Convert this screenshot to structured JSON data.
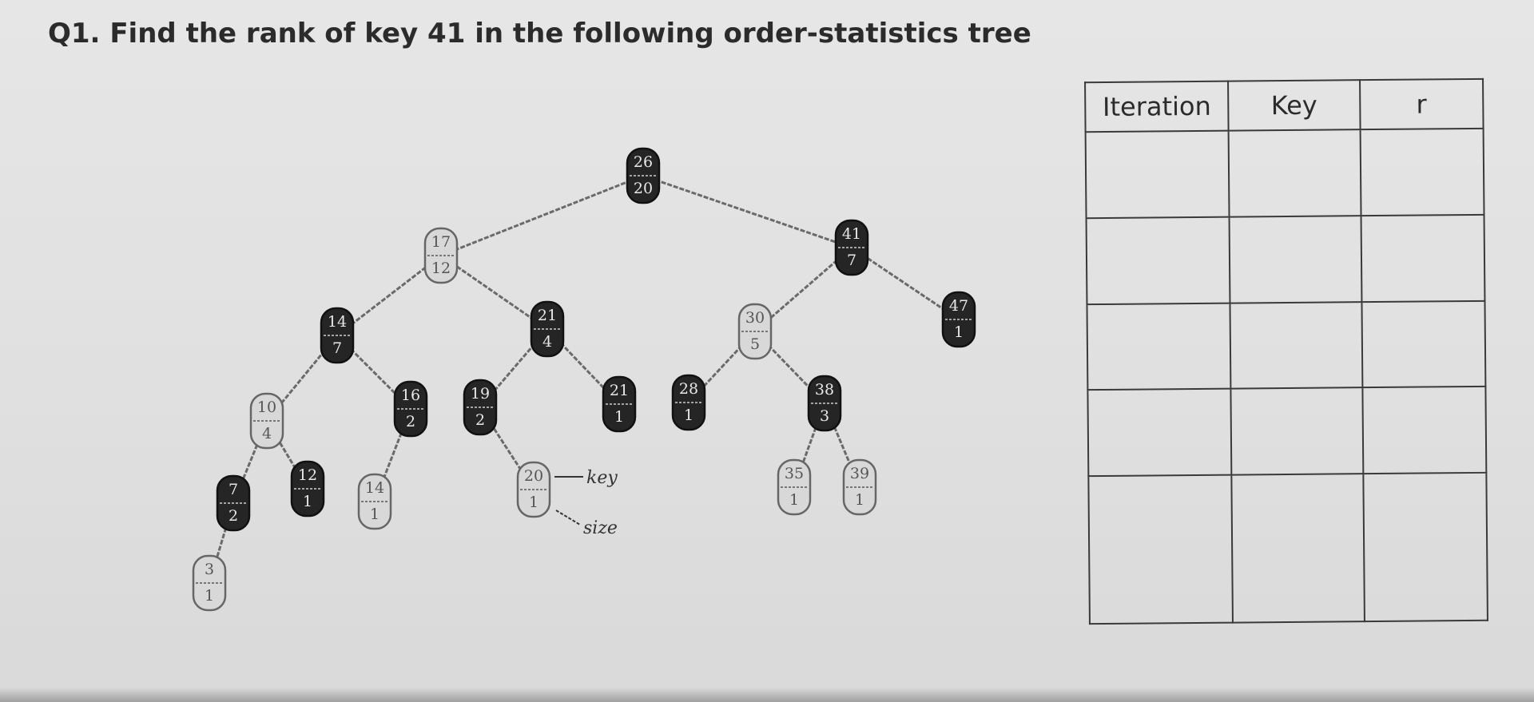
{
  "question": "Q1. Find the rank of key 41 in the following order-statistics tree",
  "tree": {
    "annotations": {
      "key_label": "key",
      "size_label": "size"
    },
    "nodes": [
      {
        "id": "n26",
        "key": "26",
        "size": "20",
        "color": "black"
      },
      {
        "id": "n17",
        "key": "17",
        "size": "12",
        "color": "red"
      },
      {
        "id": "n41",
        "key": "41",
        "size": "7",
        "color": "black"
      },
      {
        "id": "n14a",
        "key": "14",
        "size": "7",
        "color": "black"
      },
      {
        "id": "n21a",
        "key": "21",
        "size": "4",
        "color": "black"
      },
      {
        "id": "n30",
        "key": "30",
        "size": "5",
        "color": "red"
      },
      {
        "id": "n47",
        "key": "47",
        "size": "1",
        "color": "black"
      },
      {
        "id": "n10",
        "key": "10",
        "size": "4",
        "color": "red"
      },
      {
        "id": "n16",
        "key": "16",
        "size": "2",
        "color": "black"
      },
      {
        "id": "n19",
        "key": "19",
        "size": "2",
        "color": "black"
      },
      {
        "id": "n21b",
        "key": "21",
        "size": "1",
        "color": "black"
      },
      {
        "id": "n28",
        "key": "28",
        "size": "1",
        "color": "black"
      },
      {
        "id": "n38",
        "key": "38",
        "size": "3",
        "color": "black"
      },
      {
        "id": "n7",
        "key": "7",
        "size": "2",
        "color": "black"
      },
      {
        "id": "n12",
        "key": "12",
        "size": "1",
        "color": "black"
      },
      {
        "id": "n14b",
        "key": "14",
        "size": "1",
        "color": "red"
      },
      {
        "id": "n20",
        "key": "20",
        "size": "1",
        "color": "red"
      },
      {
        "id": "n35",
        "key": "35",
        "size": "1",
        "color": "red"
      },
      {
        "id": "n39",
        "key": "39",
        "size": "1",
        "color": "red"
      },
      {
        "id": "n3",
        "key": "3",
        "size": "1",
        "color": "red"
      }
    ],
    "edges": [
      [
        "n26",
        "n17"
      ],
      [
        "n26",
        "n41"
      ],
      [
        "n17",
        "n14a"
      ],
      [
        "n17",
        "n21a"
      ],
      [
        "n41",
        "n30"
      ],
      [
        "n41",
        "n47"
      ],
      [
        "n14a",
        "n10"
      ],
      [
        "n14a",
        "n16"
      ],
      [
        "n21a",
        "n19"
      ],
      [
        "n21a",
        "n21b"
      ],
      [
        "n30",
        "n28"
      ],
      [
        "n30",
        "n38"
      ],
      [
        "n10",
        "n7"
      ],
      [
        "n10",
        "n12"
      ],
      [
        "n16",
        "n14b"
      ],
      [
        "n19",
        "n20"
      ],
      [
        "n38",
        "n35"
      ],
      [
        "n38",
        "n39"
      ],
      [
        "n7",
        "n3"
      ]
    ]
  },
  "table": {
    "headers": [
      "Iteration",
      "Key",
      "r"
    ],
    "rows": [
      [
        "",
        "",
        ""
      ],
      [
        "",
        "",
        ""
      ],
      [
        "",
        "",
        ""
      ],
      [
        "",
        "",
        ""
      ],
      [
        "",
        "",
        ""
      ]
    ]
  },
  "colors": {
    "black_node": "#252525",
    "red_node": "#d8d8d8",
    "edge": "#6a6a6a"
  }
}
